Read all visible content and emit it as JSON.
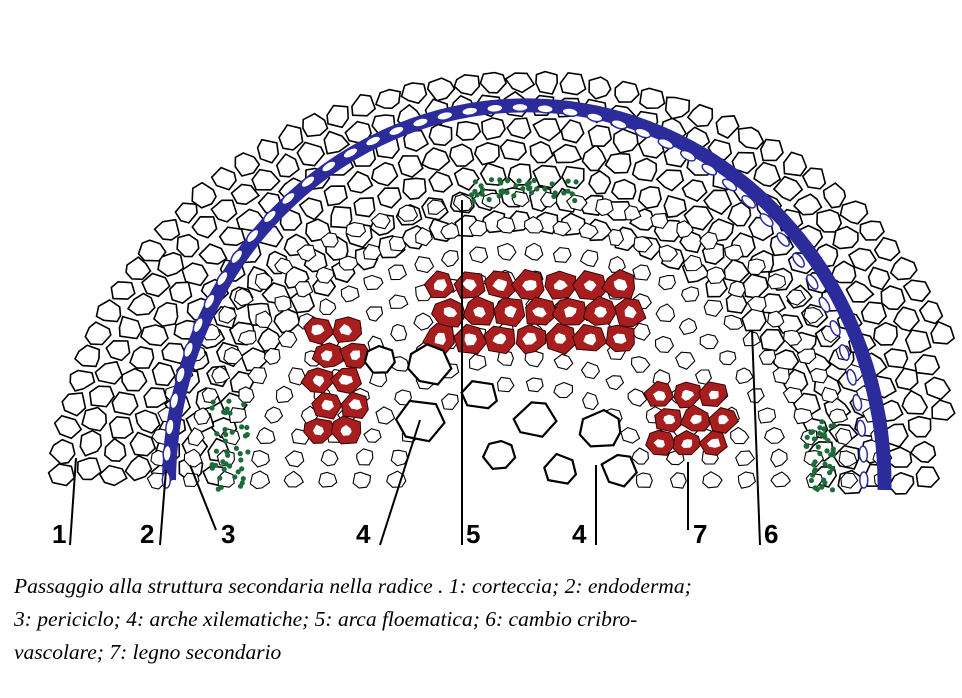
{
  "colors": {
    "endodermis": "#2b2b9c",
    "phloem": "#1e6b3a",
    "secondary_xylem": "#a81e1e",
    "cell_outline": "#000000"
  },
  "labels": [
    {
      "id": "1",
      "text": "1"
    },
    {
      "id": "2",
      "text": "2"
    },
    {
      "id": "3",
      "text": "3"
    },
    {
      "id": "4a",
      "text": "4"
    },
    {
      "id": "5",
      "text": "5"
    },
    {
      "id": "4b",
      "text": "4"
    },
    {
      "id": "7",
      "text": "7"
    },
    {
      "id": "6",
      "text": "6"
    }
  ],
  "caption": {
    "line1": "Passaggio alla struttura secondaria nella radice . 1: corteccia; 2: endoderma;",
    "line2": "3: periciclo; 4: arche xilematiche; 5: arca floematica; 6: cambio cribro-",
    "line3": "vascolare; 7: legno secondario"
  }
}
